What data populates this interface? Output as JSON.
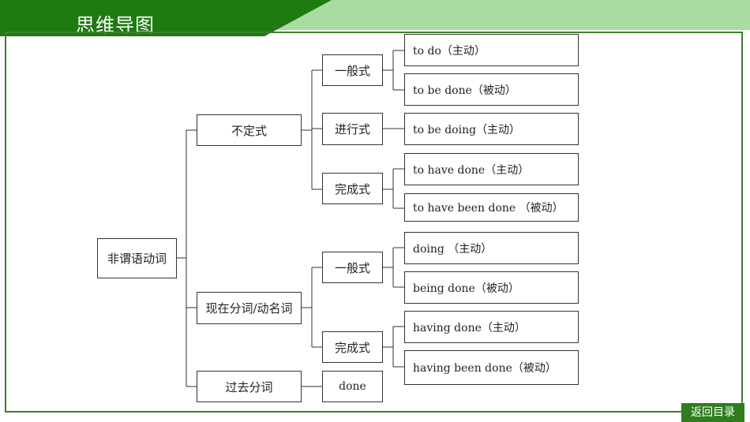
{
  "header": {
    "title": "思维导图"
  },
  "footer": {
    "back_label": "返回目录"
  },
  "colors": {
    "header_dark": "#1f7a12",
    "header_light": "#a8dca0",
    "frame": "#3f7f2f"
  },
  "mindmap": {
    "root": "非谓语动词",
    "branches": [
      {
        "label": "不定式",
        "forms": [
          {
            "label": "一般式",
            "items": [
              "to do（主动）",
              "to be done（被动）"
            ]
          },
          {
            "label": "进行式",
            "items": [
              "to be doing（主动）"
            ]
          },
          {
            "label": "完成式",
            "items": [
              "to have done（主动）",
              "to have been done （被动）"
            ]
          }
        ]
      },
      {
        "label": "现在分词/动名词",
        "forms": [
          {
            "label": "一般式",
            "items": [
              "doing （主动）",
              "being done（被动）"
            ]
          },
          {
            "label": "完成式",
            "items": [
              "having done（主动）",
              "having been done（被动）"
            ]
          }
        ]
      },
      {
        "label": "过去分词",
        "forms": [
          {
            "label": "done",
            "items": []
          }
        ]
      }
    ]
  }
}
